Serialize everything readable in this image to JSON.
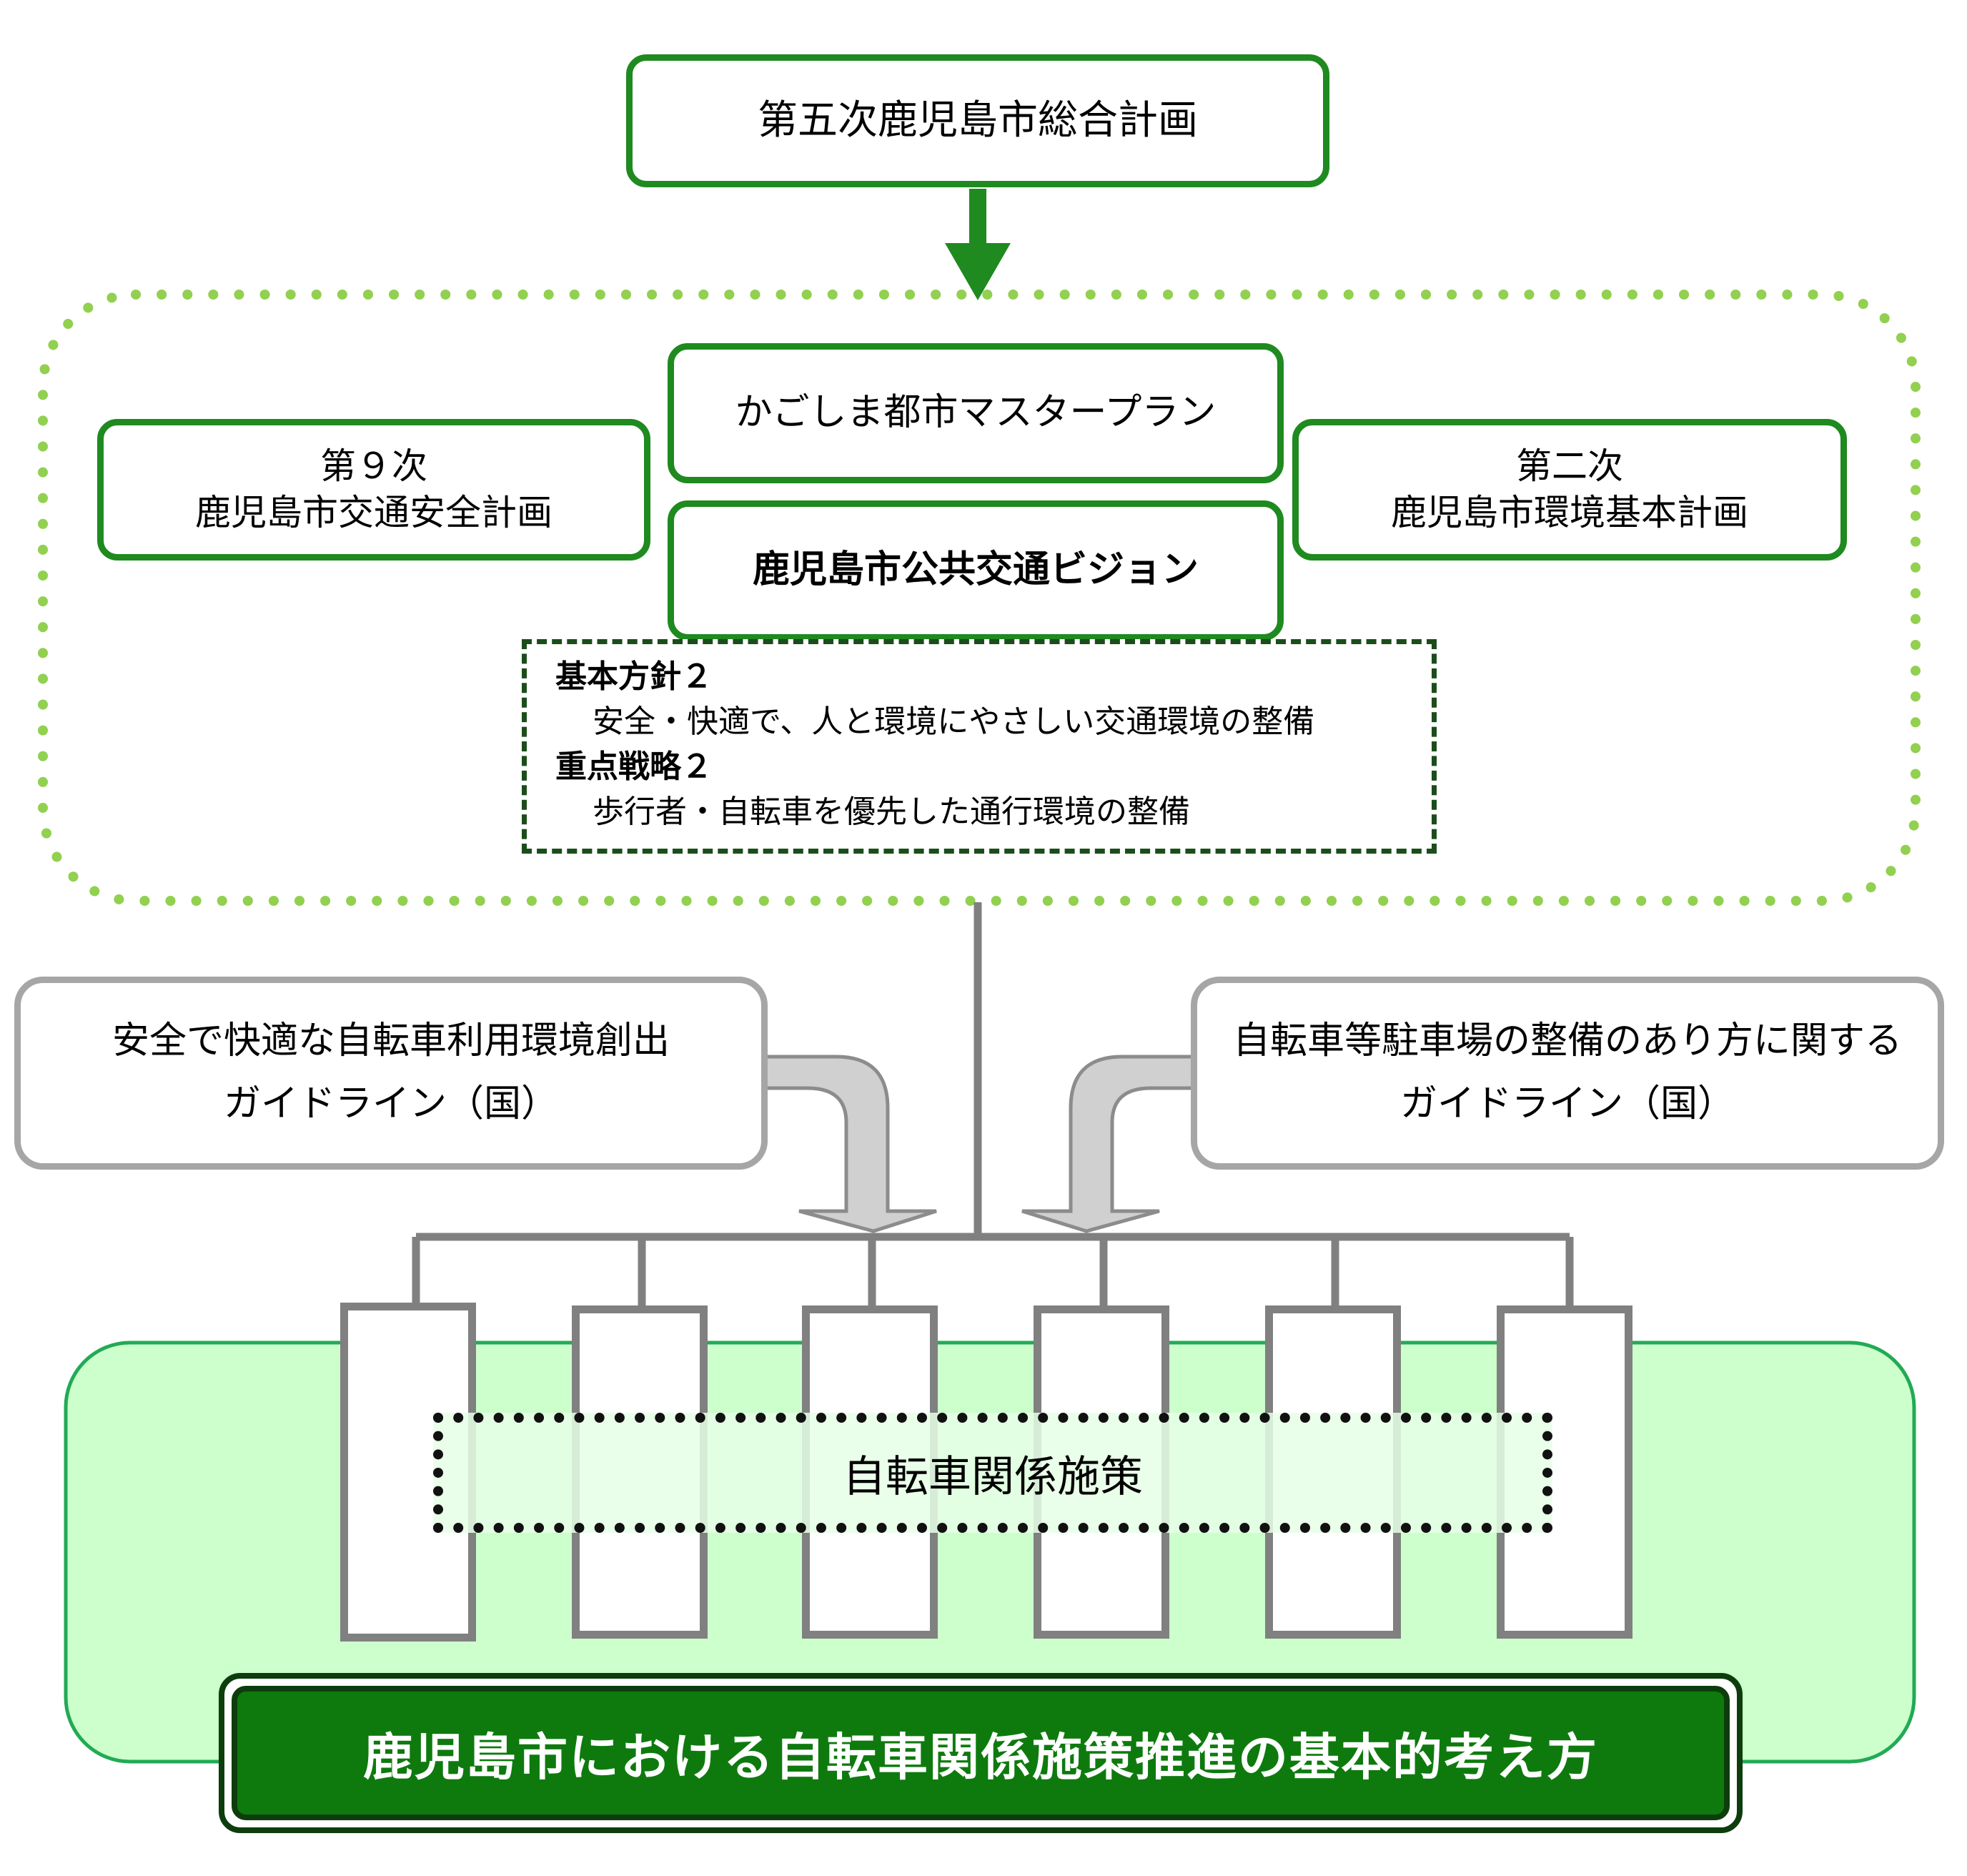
{
  "colors": {
    "green_border": "#1f8a1f",
    "dotted_green": "#92d050",
    "light_green_area": "#ccffcc",
    "dark_green_fill": "#0e7a0e",
    "gray": "#a6a6a6"
  },
  "top_plan": "第五次鹿児島市総合計画",
  "master_plan": "かごしま都市マスタープラン",
  "public_transport_vision": "鹿児島市公共交通ビジョン",
  "traffic_safety_plan": {
    "line1": "第９次",
    "line2": "鹿児島市交通安全計画"
  },
  "environment_plan": {
    "line1": "第二次",
    "line2": "鹿児島市環境基本計画"
  },
  "policy": {
    "heading1": "基本方針２",
    "text1": "安全・快適で、人と環境にやさしい交通環境の整備",
    "heading2": "重点戦略２",
    "text2": "歩行者・自転車を優先した通行環境の整備"
  },
  "guideline_left": {
    "line1": "安全で快適な自転車利用環境創出",
    "line2": "ガイドライン（国）"
  },
  "guideline_right": {
    "line1": "自転車等駐車場の整備のあり方に関する",
    "line2": "ガイドライン（国）"
  },
  "measures": "自転車関係施策",
  "bottom_title": "鹿児島市における自転車関係施策推進の基本的考え方"
}
